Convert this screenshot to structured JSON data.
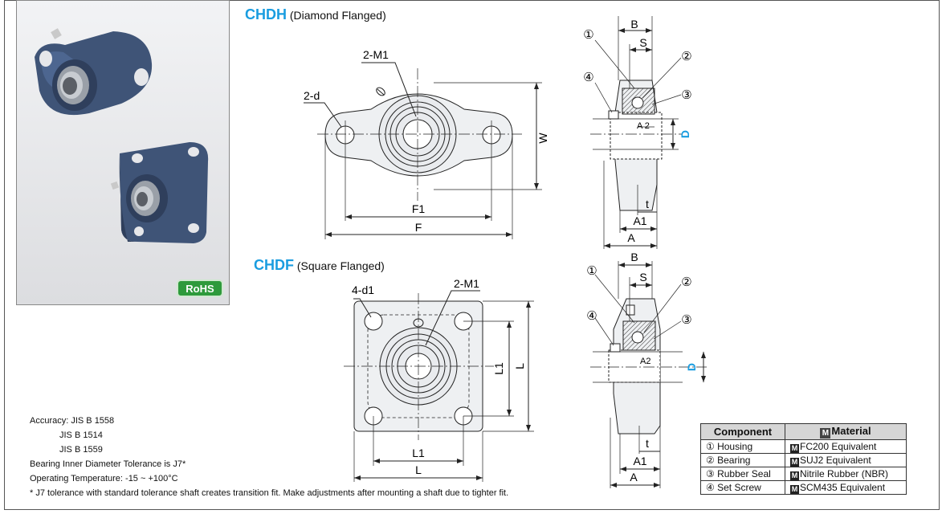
{
  "badge": "RoHS",
  "chdh": {
    "code": "CHDH",
    "desc": "(Diamond Flanged)"
  },
  "chdf": {
    "code": "CHDF",
    "desc": "(Square Flanged)"
  },
  "dims": {
    "m1": "2-M1",
    "d2": "2-d",
    "d41": "4-d1",
    "w": "W",
    "f1": "F1",
    "f": "F",
    "l1": "L1",
    "l": "L",
    "b": "B",
    "s": "S",
    "a2": "A 2",
    "a2b": "A2",
    "d": "D",
    "t": "t",
    "a1": "A1",
    "a": "A",
    "n1": "①",
    "n2": "②",
    "n3": "③",
    "n4": "④"
  },
  "notes": {
    "accuracy": "Accuracy: JIS B 1558",
    "jis2": "JIS B 1514",
    "jis3": "JIS B 1559",
    "tolerance": "Bearing Inner Diameter Tolerance is J7*",
    "temp": "Operating Temperature: -15 ~ +100°C",
    "footnote": "* J7 tolerance with standard tolerance shaft creates transition fit. Make adjustments after mounting a shaft due to tighter fit."
  },
  "table": {
    "header_component": "Component",
    "header_mark": "M",
    "header_material": "Material",
    "rows": [
      {
        "component": "① Housing",
        "mark": "M",
        "material": "FC200 Equivalent"
      },
      {
        "component": "② Bearing",
        "mark": "M",
        "material": "SUJ2 Equivalent"
      },
      {
        "component": "③ Rubber Seal",
        "mark": "M",
        "material": "Nitrile Rubber (NBR)"
      },
      {
        "component": "④ Set Screw",
        "mark": "M",
        "material": "SCM435 Equivalent"
      }
    ]
  },
  "colors": {
    "accent": "#1a9de0",
    "rohs": "#2e9a3c",
    "housing": "#3f5477"
  }
}
